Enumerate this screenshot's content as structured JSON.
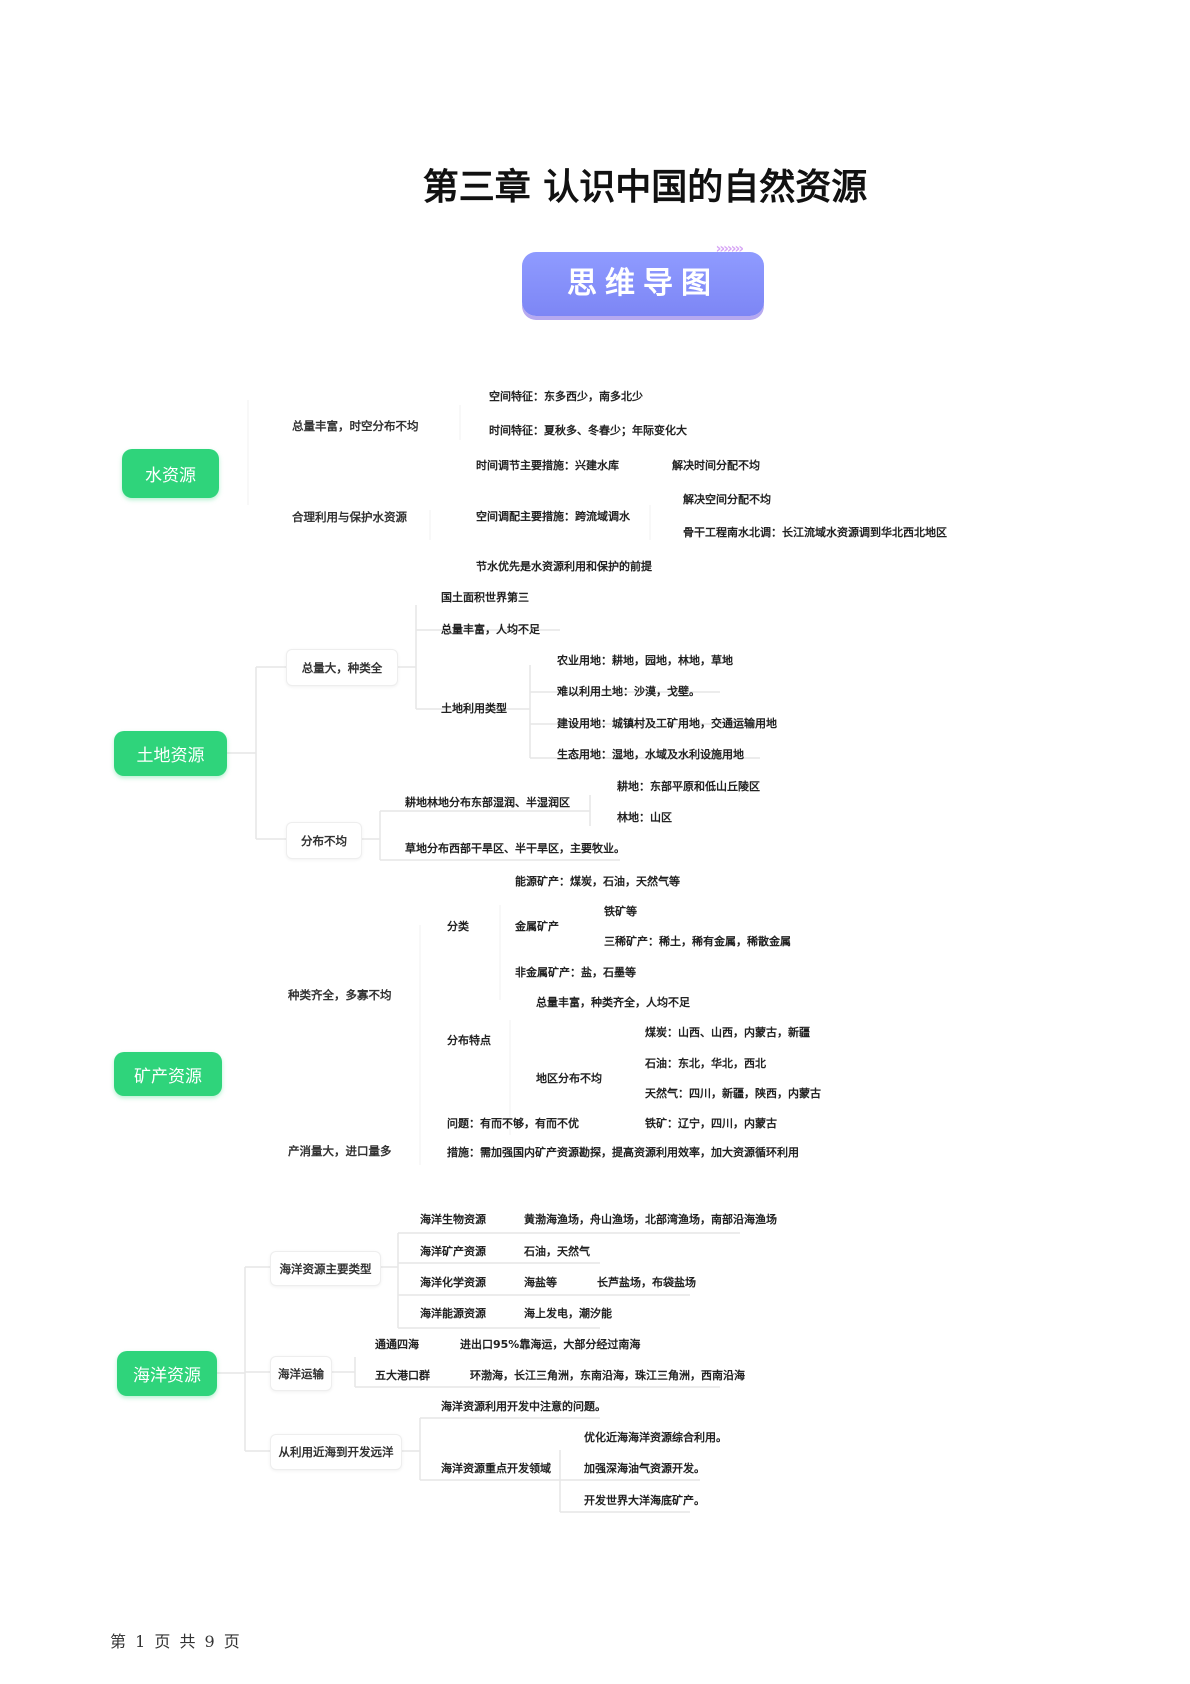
{
  "title": "第三章  认识中国的自然资源",
  "badge": "思维导图",
  "water": {
    "root": "水资源",
    "a": "总量丰富，时空分布不均",
    "a1": "空间特征：东多西少，南多北少",
    "a2": "时间特征：夏秋多、冬春少；年际变化大",
    "b": "合理利用与保护水资源",
    "b1": "时间调节主要措施：兴建水库",
    "b1r": "解决时间分配不均",
    "b2": "空间调配主要措施：跨流域调水",
    "b2r1": "解决空间分配不均",
    "b2r2": "骨干工程南水北调：长江流域水资源调到华北西北地区",
    "b3": "节水优先是水资源利用和保护的前提"
  },
  "land": {
    "root": "土地资源",
    "a": "总量大，种类全",
    "a1": "国土面积世界第三",
    "a2": "总量丰富，人均不足",
    "a3": "土地利用类型",
    "t1": "农业用地：耕地，园地，林地，草地",
    "t2": "难以利用土地：沙漠，戈壁。",
    "t3": "建设用地：城镇村及工矿用地，交通运输用地",
    "t4": "生态用地：湿地，水域及水利设施用地",
    "b": "分布不均",
    "b1": "耕地林地分布东部湿润、半湿润区",
    "b1a": "耕地：东部平原和低山丘陵区",
    "b1b": "林地：山区",
    "b2": "草地分布西部干旱区、半干旱区，主要牧业。"
  },
  "mineral": {
    "root": "矿产资源",
    "a": "种类齐全，多寡不均",
    "c": "分类",
    "c1": "能源矿产：煤炭，石油，天然气等",
    "c2": "金属矿产",
    "c2a": "铁矿等",
    "c2b": "三稀矿产：稀土，稀有金属，稀散金属",
    "c3": "非金属矿产：盐，石墨等",
    "d": "分布特点",
    "d1": "总量丰富，种类齐全，人均不足",
    "d2": "地区分布不均",
    "d2a": "煤炭：山西、山西，内蒙古，新疆",
    "d2b": "石油：东北，华北，西北",
    "d2c": "天然气：四川，新疆，陕西，内蒙古",
    "d2d": "铁矿：辽宁，四川，内蒙古",
    "b": "产消量大，进口量多",
    "b1": "问题：有而不够，有而不优",
    "b2": "措施：需加强国内矿产资源勘探，提高资源利用效率，加大资源循环利用"
  },
  "ocean": {
    "root": "海洋资源",
    "a": "海洋资源主要类型",
    "r": [
      {
        "k": "海洋生物资源",
        "v": "黄渤海渔场，舟山渔场，北部湾渔场，南部沿海渔场"
      },
      {
        "k": "海洋矿产资源",
        "v": "石油，天然气"
      },
      {
        "k": "海洋化学资源",
        "v": "海盐等",
        "x": "长芦盐场，布袋盐场"
      },
      {
        "k": "海洋能源资源",
        "v": "海上发电，潮汐能"
      }
    ],
    "b": "海洋运输",
    "b1k": "通通四海",
    "b1v": "进出口95%靠海运，大部分经过南海",
    "b2k": "五大港口群",
    "b2v": "环渤海，长江三角洲，东南沿海，珠江三角洲，西南沿海",
    "c": "从利用近海到开发远洋",
    "c1": "海洋资源利用开发中注意的问题。",
    "c2": "海洋资源重点开发领域",
    "c2a": "优化近海海洋资源综合利用。",
    "c2b": "加强深海油气资源开发。",
    "c2c": "开发世界大洋海底矿产。"
  },
  "footer": "第 1 页 共 9 页"
}
